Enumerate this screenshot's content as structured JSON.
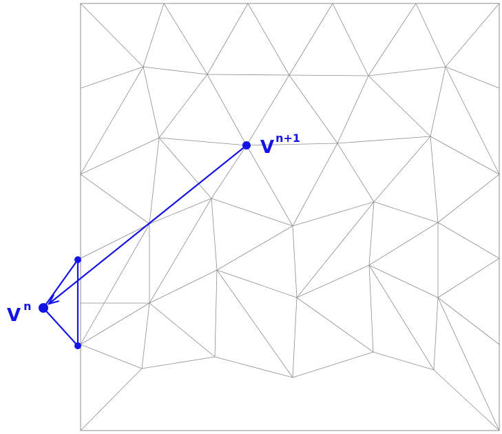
{
  "diagram": {
    "kind": "triangular-mesh-vertex-relocation",
    "colors": {
      "mesh": "#8c8c8c",
      "highlight": "#1414e6",
      "background": "#ffffff"
    },
    "labels": {
      "old_vertex_base": "V",
      "old_vertex_sup": "n",
      "new_vertex_base": "V",
      "new_vertex_sup": "n+1"
    }
  }
}
